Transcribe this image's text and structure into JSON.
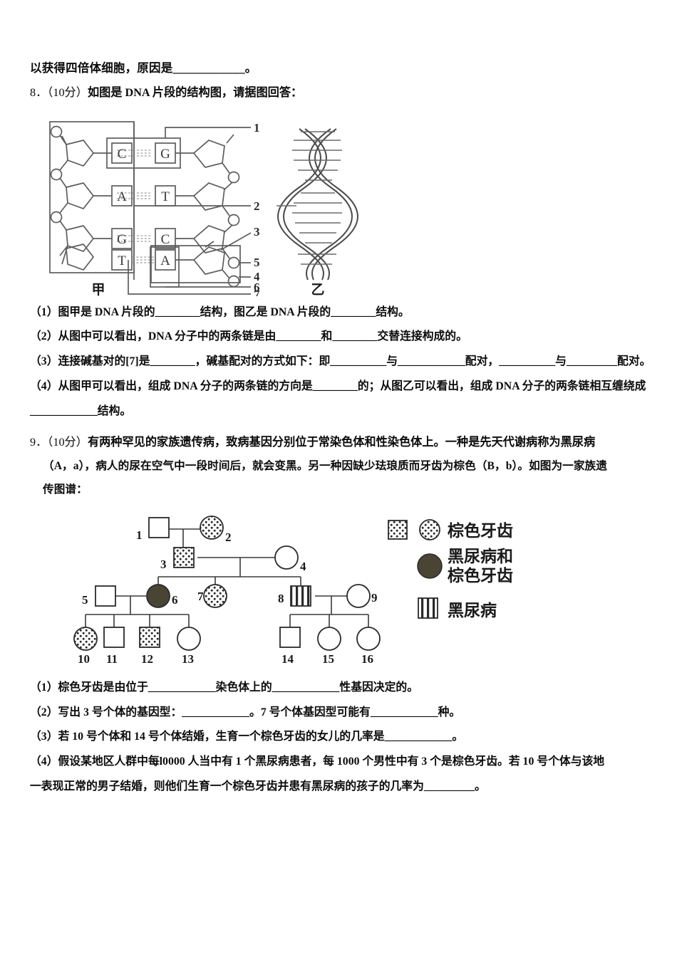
{
  "page": {
    "intro_line": "以获得四倍体细胞，原因是____________。"
  },
  "question8": {
    "number": "8．",
    "score": "（10分）",
    "stem": "如图是 DNA 片段的结构图，请据图回答：",
    "figure": {
      "caption_left": "甲",
      "caption_right": "乙",
      "bases_left": [
        "C",
        "A",
        "G",
        "T"
      ],
      "bases_right": [
        "G",
        "T",
        "C",
        "A"
      ],
      "callouts": [
        "1",
        "2",
        "3",
        "5",
        "4",
        "6",
        "7"
      ]
    },
    "sub": [
      "（1）图甲是 DNA 片段的________结构，图乙是 DNA 片段的________结构。",
      "（2）从图中可以看出，DNA 分子中的两条链是由________和________交替连接构成的。",
      "（3）连接碱基对的[7]是________，碱基配对的方式如下：即__________与____________配对，__________与_________配对。",
      "（4）从图甲可以看出，组成 DNA 分子的两条链的方向是________的；从图乙可以看出，组成 DNA 分子的两条链相互缠绕成____________结构。"
    ]
  },
  "question9": {
    "number": "9．",
    "score": "（10分）",
    "stem_lines": [
      "有两种罕见的家族遗传病，致病基因分别位于常染色体和性染色体上。一种是先天代谢病称为黑尿病",
      "（A，a），病人的尿在空气中一段时间后，就会变黑。另一种因缺少珐琅质而牙齿为棕色（B，b）。如图为一家族遗",
      "传图谱："
    ],
    "figure": {
      "individuals": [
        {
          "id": "1",
          "sex": "male",
          "trait": "normal"
        },
        {
          "id": "2",
          "sex": "female",
          "trait": "brown-teeth"
        },
        {
          "id": "3",
          "sex": "male",
          "trait": "brown-teeth"
        },
        {
          "id": "4",
          "sex": "female",
          "trait": "normal"
        },
        {
          "id": "5",
          "sex": "male",
          "trait": "normal"
        },
        {
          "id": "6",
          "sex": "female",
          "trait": "both"
        },
        {
          "id": "7",
          "sex": "female",
          "trait": "brown-teeth"
        },
        {
          "id": "8",
          "sex": "male",
          "trait": "alkaptonuria"
        },
        {
          "id": "9",
          "sex": "female",
          "trait": "normal"
        },
        {
          "id": "10",
          "sex": "female",
          "trait": "brown-teeth"
        },
        {
          "id": "11",
          "sex": "male",
          "trait": "normal"
        },
        {
          "id": "12",
          "sex": "male",
          "trait": "brown-teeth"
        },
        {
          "id": "13",
          "sex": "female",
          "trait": "normal"
        },
        {
          "id": "14",
          "sex": "male",
          "trait": "normal"
        },
        {
          "id": "15",
          "sex": "female",
          "trait": "normal"
        },
        {
          "id": "16",
          "sex": "female",
          "trait": "normal"
        }
      ],
      "legend": [
        {
          "key": "brown-teeth",
          "label": "棕色牙齿"
        },
        {
          "key": "both",
          "label": "黑尿病和\n棕色牙齿"
        },
        {
          "key": "alkaptonuria",
          "label": "黑尿病"
        }
      ]
    },
    "sub": [
      "（1）棕色牙齿是由位于____________染色体上的____________性基因决定的。",
      "（2）写出 3 号个体的基因型：____________。7 号个体基因型可能有____________种。",
      "（3）若 10 号个体和 14 号个体结婚，生育一个棕色牙齿的女儿的几率是____________。",
      "（4）假设某地区人群中每l0000 人当中有 1 个黑尿病患者，每 1000 个男性中有 3 个是棕色牙齿。若 10 号个体与该地",
      "一表现正常的男子结婚，则他们生育一个棕色牙齿并患有黑尿病的孩子的几率为_________。"
    ]
  }
}
